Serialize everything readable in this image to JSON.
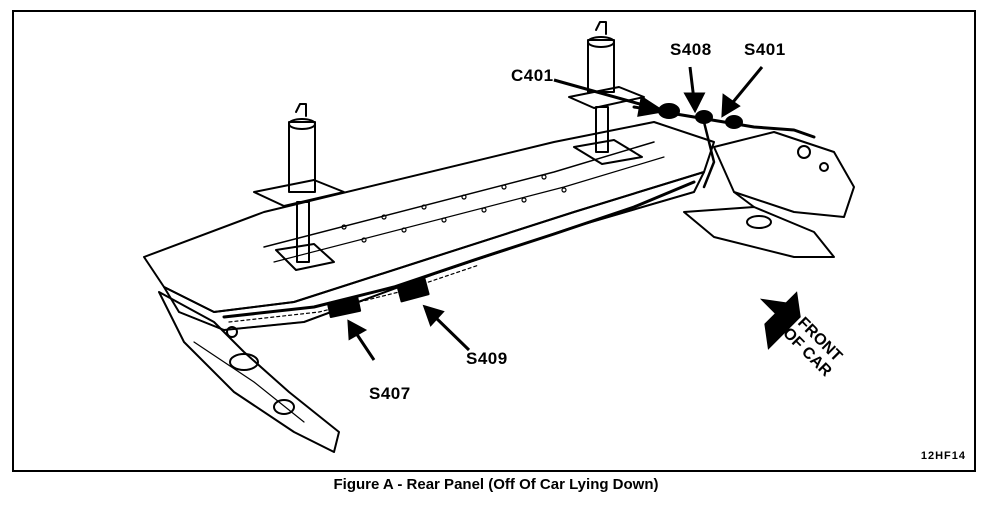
{
  "labels": {
    "c401": "C401",
    "s408": "S408",
    "s401": "S401",
    "s409": "S409",
    "s407": "S407"
  },
  "front_of_car": {
    "line1": "FRONT",
    "line2": "OF CAR"
  },
  "drawing_code": "12HF14",
  "caption": "Figure A - Rear Panel (Off Of Car Lying Down)"
}
